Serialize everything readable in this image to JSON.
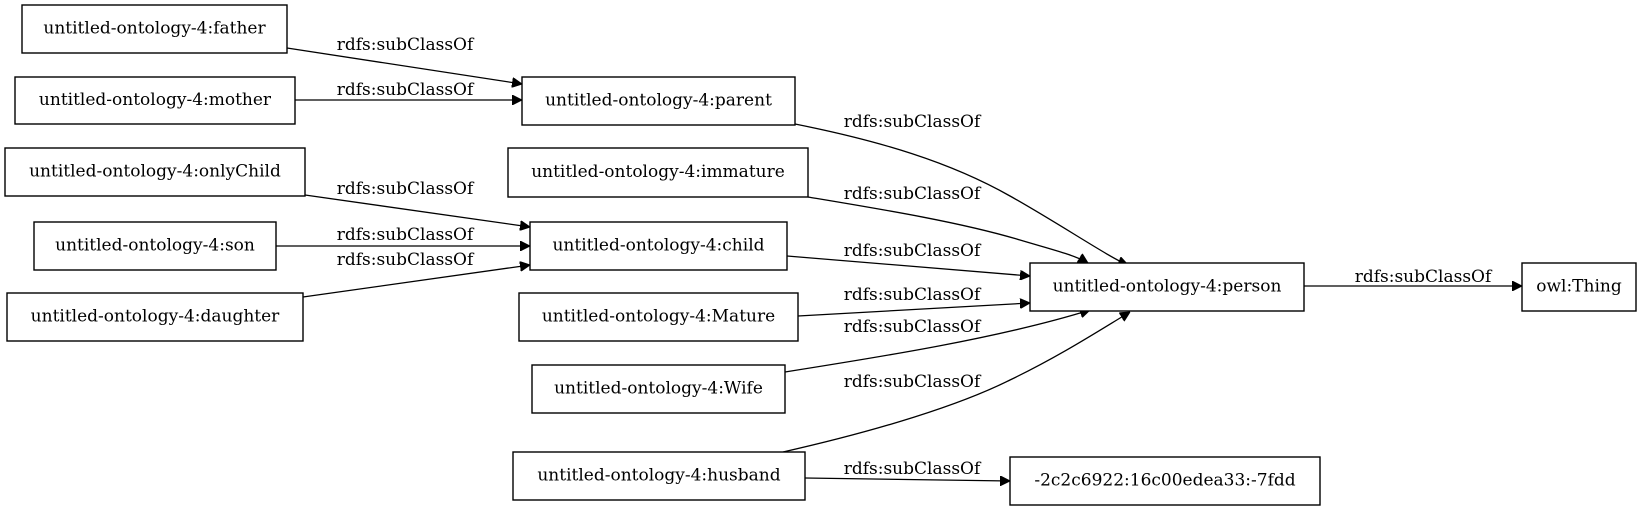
{
  "nodes": {
    "father": "untitled-ontology-4:father",
    "mother": "untitled-ontology-4:mother",
    "onlyChild": "untitled-ontology-4:onlyChild",
    "son": "untitled-ontology-4:son",
    "daughter": "untitled-ontology-4:daughter",
    "parent": "untitled-ontology-4:parent",
    "immature": "untitled-ontology-4:immature",
    "child": "untitled-ontology-4:child",
    "mature": "untitled-ontology-4:Mature",
    "wife": "untitled-ontology-4:Wife",
    "husband": "untitled-ontology-4:husband",
    "person": "untitled-ontology-4:person",
    "blank": "-2c2c6922:16c00edea33:-7fdd",
    "thing": "owl:Thing"
  },
  "edges": [
    {
      "from": "father",
      "to": "parent",
      "label": "rdfs:subClassOf"
    },
    {
      "from": "mother",
      "to": "parent",
      "label": "rdfs:subClassOf"
    },
    {
      "from": "onlyChild",
      "to": "child",
      "label": "rdfs:subClassOf"
    },
    {
      "from": "son",
      "to": "child",
      "label": "rdfs:subClassOf"
    },
    {
      "from": "daughter",
      "to": "child",
      "label": "rdfs:subClassOf"
    },
    {
      "from": "parent",
      "to": "person",
      "label": "rdfs:subClassOf"
    },
    {
      "from": "immature",
      "to": "person",
      "label": "rdfs:subClassOf"
    },
    {
      "from": "child",
      "to": "person",
      "label": "rdfs:subClassOf"
    },
    {
      "from": "mature",
      "to": "person",
      "label": "rdfs:subClassOf"
    },
    {
      "from": "wife",
      "to": "person",
      "label": "rdfs:subClassOf"
    },
    {
      "from": "husband",
      "to": "person",
      "label": "rdfs:subClassOf"
    },
    {
      "from": "husband",
      "to": "blank",
      "label": "rdfs:subClassOf"
    },
    {
      "from": "person",
      "to": "thing",
      "label": "rdfs:subClassOf"
    }
  ]
}
